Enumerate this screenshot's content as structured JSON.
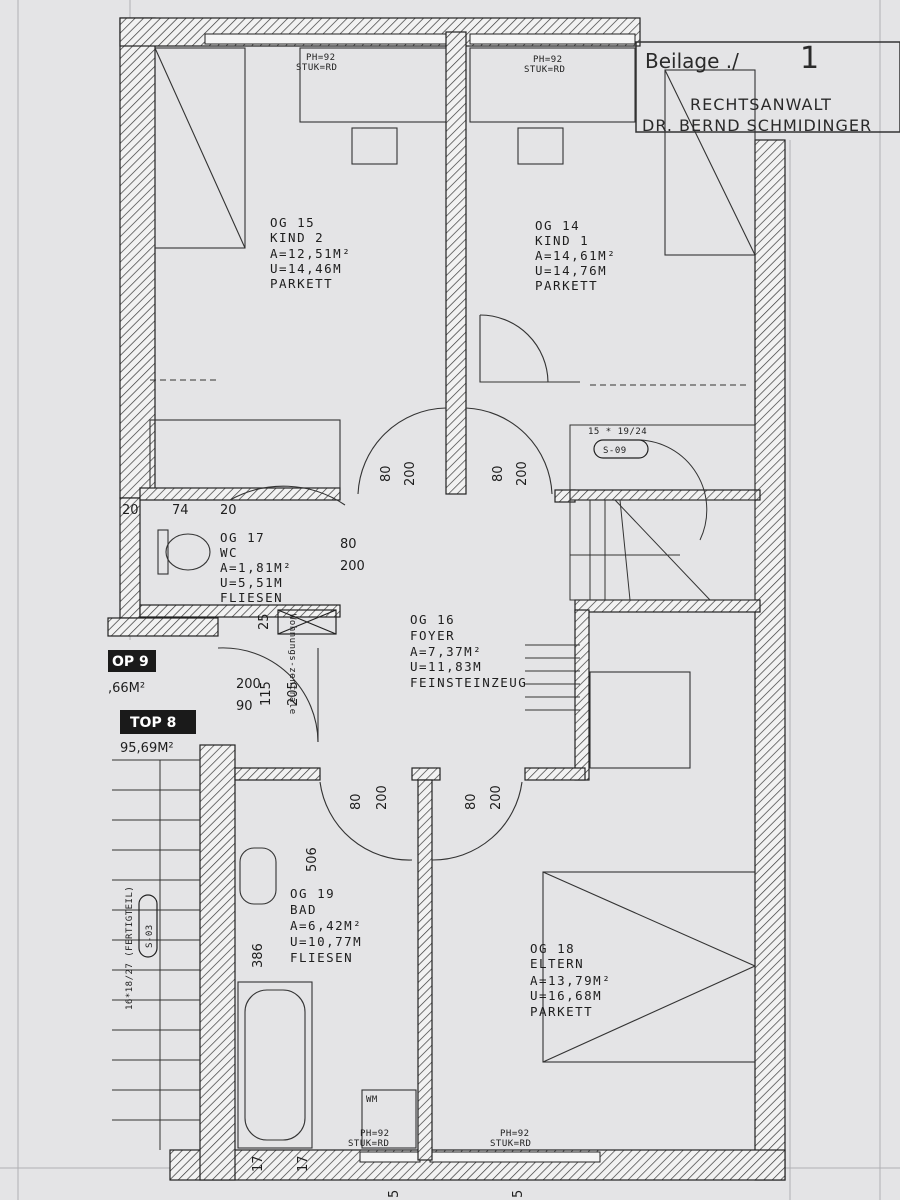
{
  "stamp": {
    "beilage": "Beilage ./",
    "number": "1",
    "line1": "RECHTSANWALT",
    "line2": "DR. BERND SCHMIDINGER"
  },
  "ceiling_notes": {
    "top_left": {
      "line1": "PH=92",
      "line2": "STUK=RD"
    },
    "top_right": {
      "line1": "PH=92",
      "line2": "STUK=RD"
    },
    "bottom_left": {
      "line1": "PH=92",
      "line2": "STUK=RD"
    },
    "bottom_right": {
      "line1": "PH=92",
      "line2": "STUK=RD"
    }
  },
  "rooms": {
    "og15": {
      "id": "OG 15",
      "name": "KIND 2",
      "area": "A=12,51M²",
      "perimeter": "U=14,46M",
      "floor": "PARKETT"
    },
    "og14": {
      "id": "OG 14",
      "name": "KIND 1",
      "area": "A=14,61M²",
      "perimeter": "U=14,76M",
      "floor": "PARKETT"
    },
    "og17": {
      "id": "OG 17",
      "name": "WC",
      "area": "A=1,81M²",
      "perimeter": "U=5,51M",
      "floor": "FLIESEN"
    },
    "og16": {
      "id": "OG 16",
      "name": "FOYER",
      "area": "A=7,37M²",
      "perimeter": "U=11,83M",
      "floor": "FEINSTEINZEUG"
    },
    "og19": {
      "id": "OG 19",
      "name": "BAD",
      "area": "A=6,42M²",
      "perimeter": "U=10,77M",
      "floor": "FLIESEN"
    },
    "og18": {
      "id": "OG 18",
      "name": "ELTERN",
      "area": "A=13,79M²",
      "perimeter": "U=16,68M",
      "floor": "PARKETT"
    }
  },
  "doors": {
    "kind2": {
      "w": "80",
      "h": "200"
    },
    "kind1": {
      "w": "80",
      "h": "200"
    },
    "wc": {
      "w": "80",
      "h": "200"
    },
    "bad": {
      "w": "80",
      "h": "200"
    },
    "eltern": {
      "w": "80",
      "h": "200"
    }
  },
  "dimensions": {
    "d20a": "20",
    "d74": "74",
    "d20b": "20",
    "d25": "25",
    "d200": "200",
    "d90": "90",
    "d115": "115",
    "d205": "205",
    "d506": "506",
    "d386": "386",
    "d17a": "17",
    "d17b": "17",
    "d5a": "5",
    "d5b": "5"
  },
  "stair": {
    "steps": "15 * 19/24",
    "code": "S-09"
  },
  "left_stair": {
    "steps": "16*18/27 (FERTIGTEIL)",
    "code": "S-03"
  },
  "units": {
    "top9": {
      "label": "OP 9",
      "area": ",66M²"
    },
    "top8": {
      "label": "TOP 8",
      "area": "95,69M²"
    }
  },
  "misc": {
    "wohnungszentrale": "Wohnungs-zentrale",
    "wm": "WM"
  }
}
